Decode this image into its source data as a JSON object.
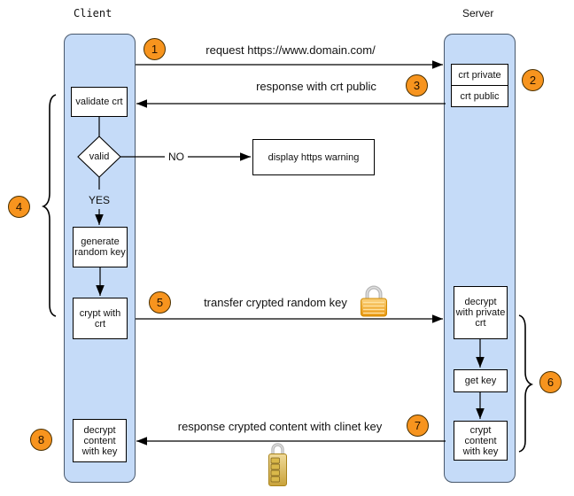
{
  "actors": {
    "client": "Client",
    "server": "Server"
  },
  "steps": [
    "1",
    "2",
    "3",
    "4",
    "5",
    "6",
    "7",
    "8"
  ],
  "messages": {
    "request": "request https://www.domain.com/",
    "response_crt": "response with crt public",
    "transfer_key": "transfer crypted random key",
    "response_content": "response crypted content with clinet key"
  },
  "client_flow": {
    "validate_crt": "validate crt",
    "valid": "valid",
    "yes": "YES",
    "no": "NO",
    "generate_key": "generate random key",
    "crypt_with_crt": "crypt with crt",
    "decrypt_content": "decrypt content with key"
  },
  "server_flow": {
    "crt_private": "crt private",
    "crt_public": "crt public",
    "decrypt_private": "decrypt with private crt",
    "get_key": "get key",
    "crypt_content": "crypt content with key"
  },
  "branch": {
    "warning": "display https warning"
  },
  "icons": {
    "closed_lock": "closed-padlock-icon",
    "combination_lock": "combination-padlock-icon"
  },
  "colors": {
    "lane_fill": "#C5DBF8",
    "lane_border": "#48586c",
    "step_fill": "#F7941E",
    "step_border": "#4a3000",
    "lock_gold": "#F2AE3C"
  }
}
